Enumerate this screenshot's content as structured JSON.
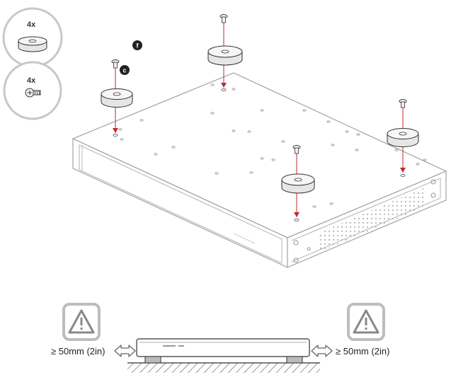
{
  "parts": {
    "feet": {
      "quantity": "4x",
      "icon": "rubber-foot-icon"
    },
    "screws": {
      "quantity": "4x",
      "icon": "screw-icon"
    }
  },
  "callouts": {
    "feet": "f",
    "screws": "c"
  },
  "clearance": {
    "left": "≥ 50mm (2in)",
    "right": "≥ 50mm (2in)",
    "warning_icon": "warning-triangle-icon"
  },
  "colors": {
    "guide_line": "#c0282d",
    "outline": "#9a9a9a",
    "badge": "#222222"
  }
}
